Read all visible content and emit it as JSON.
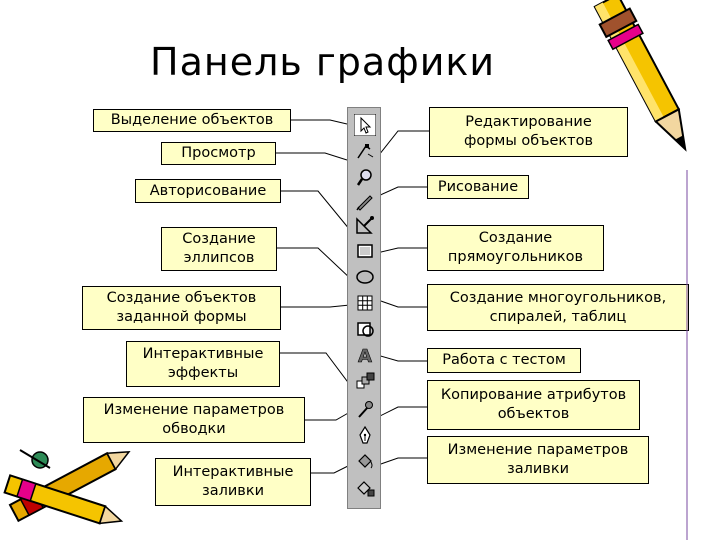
{
  "title": "Панель графики",
  "left_labels": [
    "Выделение объектов",
    "Просмотр",
    "Авторисование",
    "Создание\nэллипсов",
    "Создание объектов\nзаданной формы",
    "Интерактивные\nэффекты",
    "Изменение параметров\nобводки",
    "Интерактивные\nзаливки"
  ],
  "right_labels": [
    "Редактирование\nформы объектов",
    "Рисование",
    "Создание\nпрямоугольников",
    "Создание многоугольников,\nспиралей, таблиц",
    "Работа с тестом",
    "Копирование атрибутов\nобъектов",
    "Изменение параметров\nзаливки"
  ],
  "toolbar_icons": [
    "pointer-tool-icon",
    "shape-edit-tool-icon",
    "zoom-tool-icon",
    "freehand-tool-icon",
    "smart-tool-icon",
    "rectangle-tool-icon",
    "ellipse-tool-icon",
    "graph-paper-tool-icon",
    "basic-shapes-tool-icon",
    "text-tool-icon",
    "interactive-blend-tool-icon",
    "eyedropper-tool-icon",
    "outline-pen-tool-icon",
    "fill-tool-icon",
    "interactive-fill-tool-icon"
  ],
  "colors": {
    "label_bg": "#ffffc6",
    "toolbar_bg": "#c0c0c0",
    "pencil_yellow": "#f5c400"
  }
}
